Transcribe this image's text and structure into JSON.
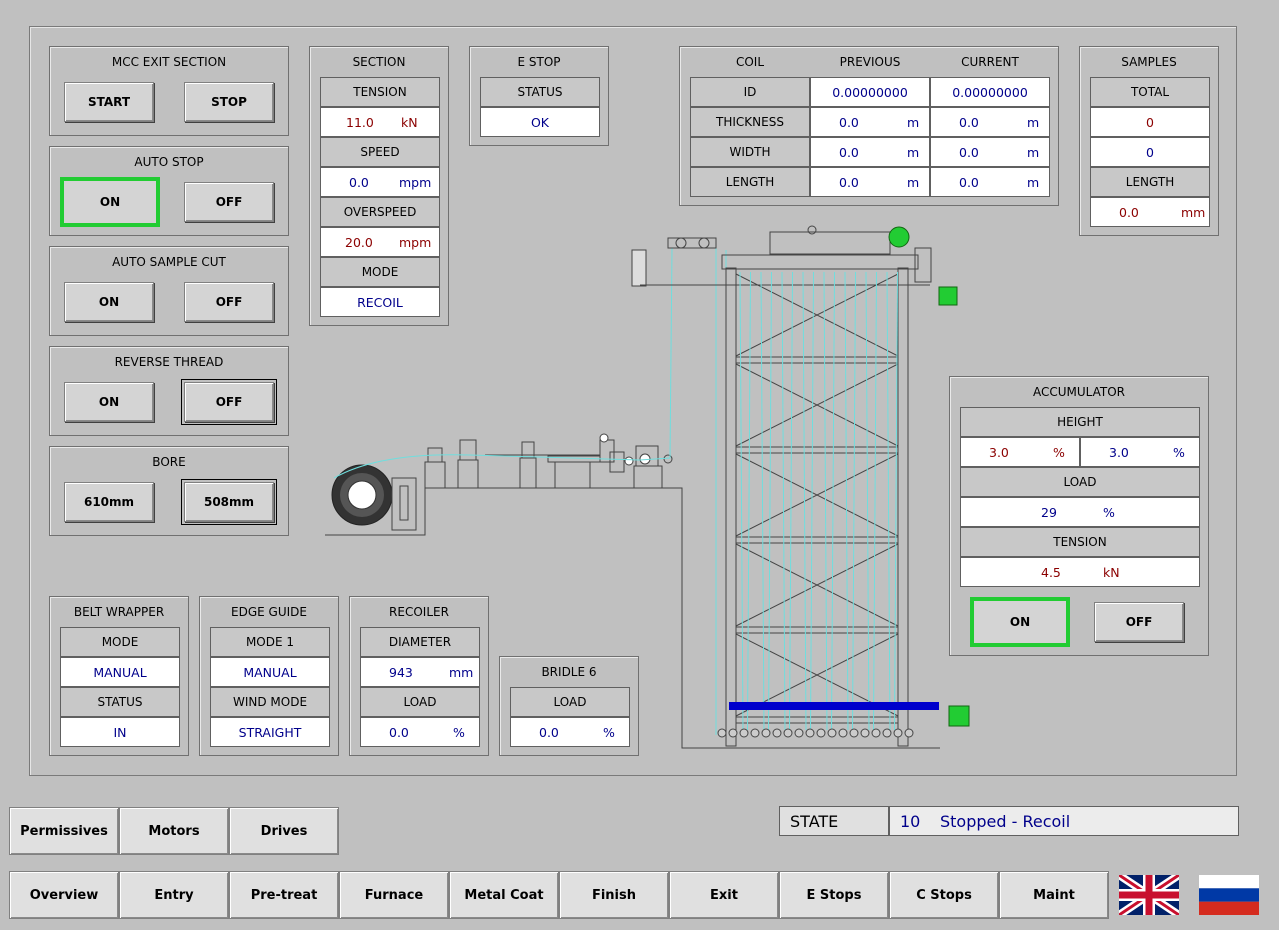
{
  "mcc": {
    "title": "MCC EXIT SECTION",
    "start": "START",
    "stop": "STOP"
  },
  "auto_stop": {
    "title": "AUTO STOP",
    "on": "ON",
    "off": "OFF"
  },
  "auto_sample": {
    "title": "AUTO SAMPLE CUT",
    "on": "ON",
    "off": "OFF"
  },
  "reverse": {
    "title": "REVERSE THREAD",
    "on": "ON",
    "off": "OFF"
  },
  "bore": {
    "title": "BORE",
    "b610": "610mm",
    "b508": "508mm"
  },
  "section": {
    "title": "SECTION",
    "tension_label": "TENSION",
    "tension_value": "11.0",
    "tension_unit": "kN",
    "speed_label": "SPEED",
    "speed_value": "0.0",
    "speed_unit": "mpm",
    "overspeed_label": "OVERSPEED",
    "overspeed_value": "20.0",
    "overspeed_unit": "mpm",
    "mode_label": "MODE",
    "mode_value": "RECOIL"
  },
  "estop": {
    "title": "E STOP",
    "status_label": "STATUS",
    "status_value": "OK"
  },
  "coil": {
    "title": "COIL",
    "previous": "PREVIOUS",
    "current": "CURRENT",
    "rows": [
      {
        "label": "ID",
        "prev": "0.00000000",
        "cur": "0.00000000",
        "unit": ""
      },
      {
        "label": "THICKNESS",
        "prev": "0.0",
        "cur": "0.0",
        "unit": "m"
      },
      {
        "label": "WIDTH",
        "prev": "0.0",
        "cur": "0.0",
        "unit": "m"
      },
      {
        "label": "LENGTH",
        "prev": "0.0",
        "cur": "0.0",
        "unit": "m"
      }
    ]
  },
  "samples": {
    "title": "SAMPLES",
    "total_label": "TOTAL",
    "total_value": "0",
    "second_value": "0",
    "length_label": "LENGTH",
    "length_value": "0.0",
    "length_unit": "mm"
  },
  "accumulator": {
    "title": "ACCUMULATOR",
    "height_label": "HEIGHT",
    "height_left": "3.0",
    "height_right": "3.0",
    "height_unit": "%",
    "load_label": "LOAD",
    "load_value": "29",
    "load_unit": "%",
    "tension_label": "TENSION",
    "tension_value": "4.5",
    "tension_unit": "kN",
    "on": "ON",
    "off": "OFF"
  },
  "belt": {
    "title": "BELT WRAPPER",
    "mode_label": "MODE",
    "mode_value": "MANUAL",
    "status_label": "STATUS",
    "status_value": "IN"
  },
  "edge": {
    "title": "EDGE GUIDE",
    "mode_label": "MODE 1",
    "mode_value": "MANUAL",
    "wind_label": "WIND MODE",
    "wind_value": "STRAIGHT"
  },
  "recoiler": {
    "title": "RECOILER",
    "diam_label": "DIAMETER",
    "diam_value": "943",
    "diam_unit": "mm",
    "load_label": "LOAD",
    "load_value": "0.0",
    "load_unit": "%"
  },
  "bridle": {
    "title": "BRIDLE 6",
    "load_label": "LOAD",
    "load_value": "0.0",
    "load_unit": "%"
  },
  "state": {
    "label": "STATE",
    "code": "10",
    "text": "Stopped - Recoil"
  },
  "sub_nav": [
    "Permissives",
    "Motors",
    "Drives"
  ],
  "nav": [
    "Overview",
    "Entry",
    "Pre-treat",
    "Furnace",
    "Metal Coat",
    "Finish",
    "Exit",
    "E Stops",
    "C Stops",
    "Maint"
  ],
  "colors": {
    "green": "#22cc33",
    "strip": "#6fdede",
    "accum_bar": "#0000cc"
  }
}
